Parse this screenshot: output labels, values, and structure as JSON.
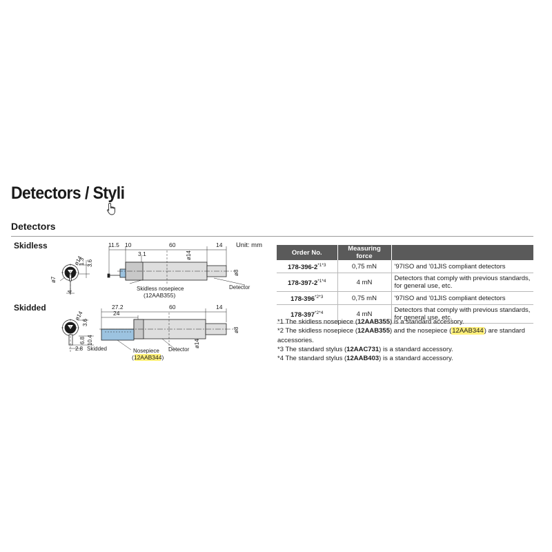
{
  "page_title": "Detectors / Styli",
  "section_title": "Detectors",
  "unit_label": "Unit: mm",
  "skidless": {
    "label": "Skidless",
    "dims": {
      "d1": "11.5",
      "d2": "10",
      "d3": "60",
      "d4": "14",
      "d5": "3.1",
      "d6": "3.6",
      "d7": "1.3",
      "d8": "4",
      "phi14_a": "ø14",
      "phi14_b": "ø14",
      "phi7": "ø7",
      "phi8": "ø8"
    },
    "nosepiece_label": "Skidless nosepiece",
    "nosepiece_code": "(12AAB355)",
    "detector_label": "Detector"
  },
  "skidded": {
    "label": "Skidded",
    "dims": {
      "d1": "27.2",
      "d2": "24",
      "d3": "60",
      "d4": "14",
      "d5": "3.6",
      "d6": "10.4",
      "d7": "6.8",
      "d8": "2.8",
      "phi14_a": "ø14",
      "phi14_b": "ø14",
      "phi8": "ø8"
    },
    "skid_label": "Skidded",
    "nosepiece_label": "Nosepiece",
    "nosepiece_code_pre": "(",
    "nosepiece_code": "12AAB344",
    "nosepiece_code_post": ")",
    "detector_label": "Detector"
  },
  "table": {
    "headers": [
      "Order No.",
      "Measuring force",
      ""
    ],
    "rows": [
      {
        "order": "178-396-2",
        "sup": "*1*3",
        "force": "0,75 mN",
        "desc": "'97ISO and '01JIS compliant detectors"
      },
      {
        "order": "178-397-2",
        "sup": "*1*4",
        "force": "4 mN",
        "desc": "Detectors that comply with previous standards, for general use, etc."
      },
      {
        "order": "178-396",
        "sup": "*2*3",
        "force": "0,75 mN",
        "desc": "'97ISO and '01JIS compliant detectors"
      },
      {
        "order": "178-397",
        "sup": "*2*4",
        "force": "4 mN",
        "desc": "Detectors that comply with previous standards, for general use, etc."
      }
    ]
  },
  "notes": {
    "n1": {
      "a": "*1 The skidless nosepiece (",
      "b": "12AAB355",
      "c": ") is a standard accessory."
    },
    "n2": {
      "a": "*2 The skidless nosepiece (",
      "b": "12AAB355",
      "c": ") and the nosepiece (",
      "d": "12AAB344",
      "e": ") are standard accessories."
    },
    "n3": {
      "a": "*3 The standard stylus (",
      "b": "12AAC731",
      "c": ") is a standard accessory."
    },
    "n4": {
      "a": "*4 The standard stylus (",
      "b": "12AAB403",
      "c": ") is a standard accessory."
    }
  },
  "colors": {
    "highlight": "#fff07a",
    "header_bg": "#5a5a5a",
    "body_fill": "#dedede",
    "nosepiece_fill": "#9cc3e0"
  },
  "icons": {
    "cursor": "hand-pointer-icon"
  }
}
